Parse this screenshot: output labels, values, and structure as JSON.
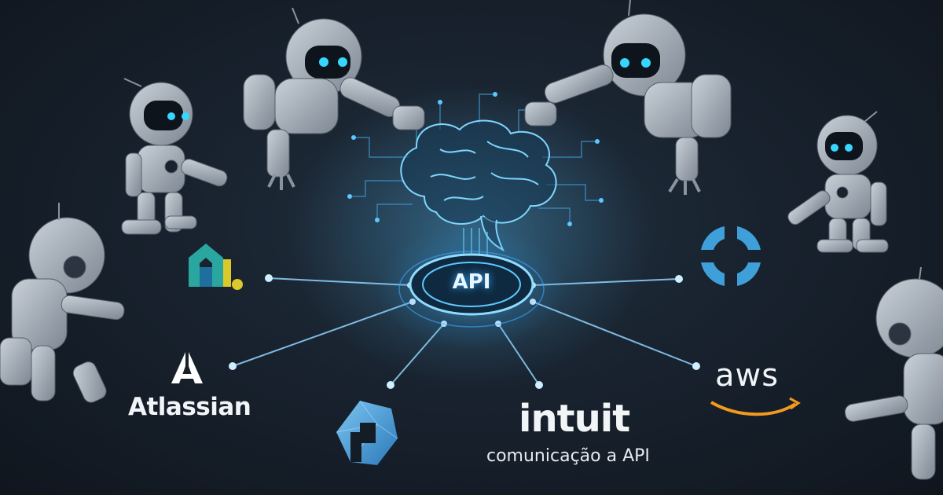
{
  "hub": {
    "label": "API"
  },
  "logos": {
    "atlassian": "Atlassian",
    "intuit": "intuit",
    "aws": "aws"
  },
  "caption": "comunicação a API",
  "colors": {
    "background": "#141c26",
    "glow": "#5cc8ff",
    "robot_body": "#aab3bd",
    "robot_eye": "#38d6ff",
    "aws_smile": "#f29a1f",
    "accent_yellow": "#d9c92a",
    "accent_teal": "#2aa6a0",
    "accent_blue": "#3f9fd9"
  },
  "icons": [
    "brain-icon",
    "api-hub-icon",
    "robot-icon",
    "atlassian-icon",
    "polygon-logo-icon",
    "ring-logo-icon",
    "teal-logo-icon",
    "aws-smile-icon"
  ]
}
